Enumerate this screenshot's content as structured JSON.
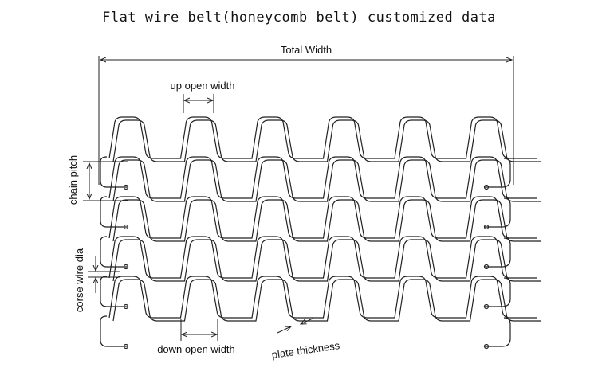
{
  "title": "Flat wire belt(honeycomb belt) customized data",
  "labels": {
    "total_width": "Total Width",
    "up_open_width": "up open width",
    "chain_pitch": "chain pitch",
    "corse_wire_dia": "corse wire dia",
    "down_open_width": "down open width",
    "plate_thickness": "plate thickness"
  },
  "colors": {
    "line": "#222222",
    "background": "#ffffff"
  }
}
